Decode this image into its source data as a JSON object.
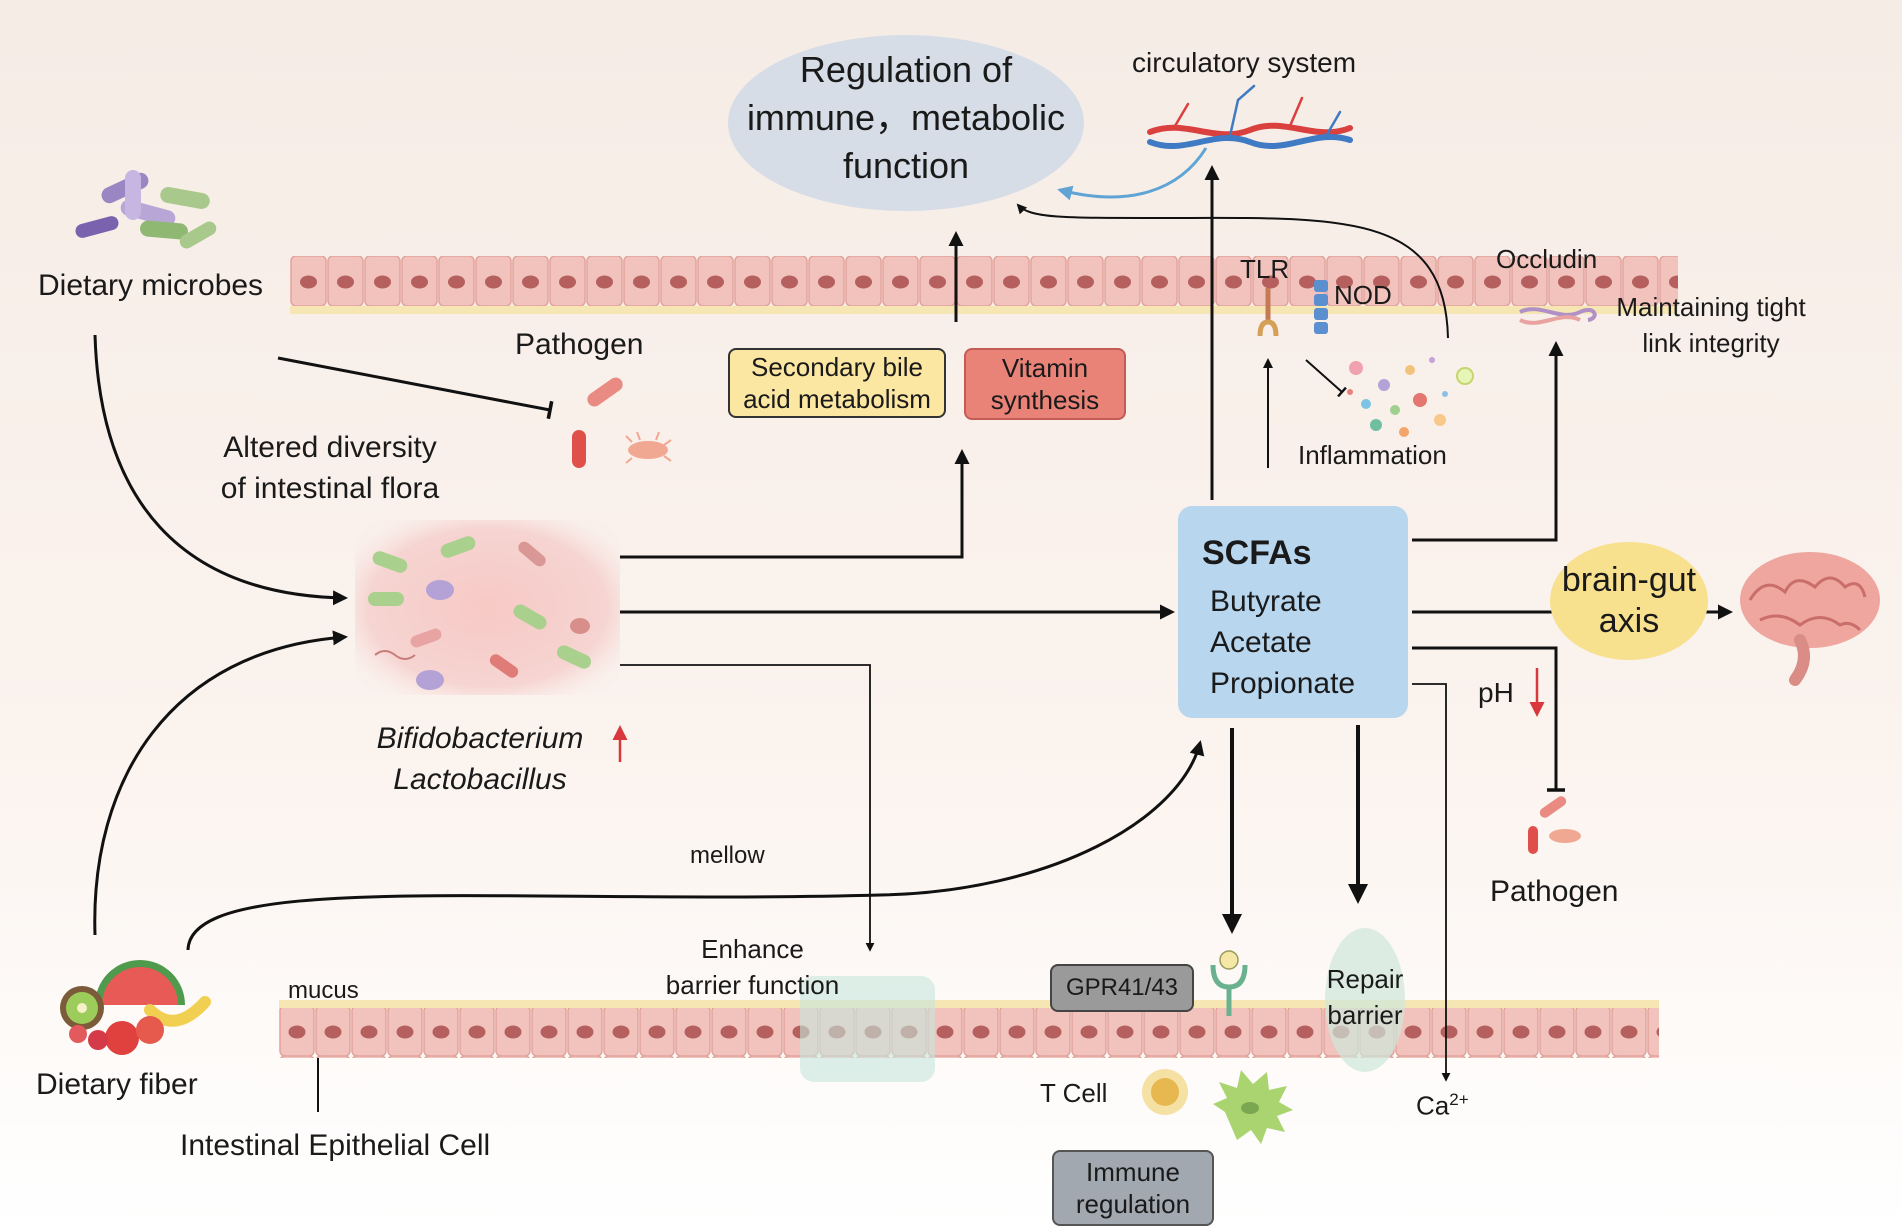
{
  "labels": {
    "regulation": [
      "Regulation of",
      "immune，metabolic",
      "function"
    ],
    "circulatory": "circulatory system",
    "dietary_microbes": "Dietary microbes",
    "pathogen_top": "Pathogen",
    "altered_diversity": [
      "Altered diversity",
      "of intestinal flora"
    ],
    "secondary_bile": [
      "Secondary bile",
      "acid metabolism"
    ],
    "vitamin": [
      "Vitamin",
      "synthesis"
    ],
    "tlr": "TLR",
    "nod": "NOD",
    "occludin": "Occludin",
    "tight_link": [
      "Maintaining tight",
      "link integrity"
    ],
    "inflammation": "Inflammation",
    "scfas_title": "SCFAs",
    "scfas_items": [
      "Butyrate",
      "Acetate",
      "Propionate"
    ],
    "brain_gut": [
      "brain-gut",
      "axis"
    ],
    "ph": "pH",
    "pathogen_right": "Pathogen",
    "bacteria": [
      "Bifidobacterium",
      "Lactobacillus"
    ],
    "mellow": "mellow",
    "enhance": [
      "Enhance",
      "barrier function"
    ],
    "mucus": "mucus",
    "gpr": "GPR41/43",
    "repair": [
      "Repair",
      "barrier"
    ],
    "dietary_fiber": "Dietary fiber",
    "iec": "Intestinal Epithelial Cell",
    "t_cell": "T Cell",
    "ca": "Ca",
    "ca_sup": "2+",
    "immune_reg": [
      "Immune",
      "regulation"
    ]
  },
  "colors": {
    "bile_box": "#fbe6a2",
    "vitamin_box": "#e98378",
    "scfa_box": "#b8d6ee",
    "brain_gut": "#f7e08e",
    "regulation_ellipse": "#d6dde6",
    "gpr_box": "#9a9a9a",
    "immune_box": "#a2a8b0",
    "epithelium": "#f2c3bd",
    "up_arrow": "#d8373b"
  }
}
